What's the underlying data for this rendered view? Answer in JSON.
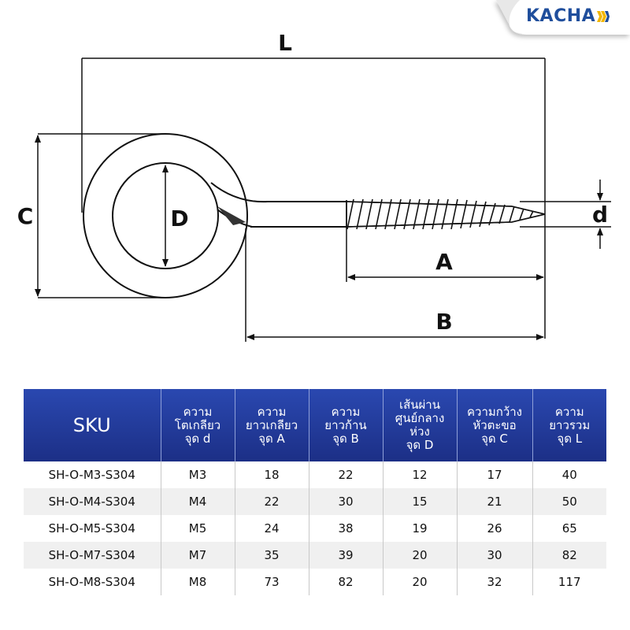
{
  "brand": {
    "name": "KACHA",
    "color": "#1f4e9c",
    "accent": "#f2b600"
  },
  "diagram": {
    "labels": {
      "L": "L",
      "C": "C",
      "D": "D",
      "d": "d",
      "A": "A",
      "B": "B"
    }
  },
  "table": {
    "header_color": "#23399a",
    "headers": [
      {
        "lines": [
          "SKU"
        ]
      },
      {
        "lines": [
          "ความ",
          "โตเกลียว",
          "จุด d"
        ]
      },
      {
        "lines": [
          "ความ",
          "ยาวเกลียว",
          "จุด A"
        ]
      },
      {
        "lines": [
          "ความ",
          "ยาวก้าน",
          "จุด B"
        ]
      },
      {
        "lines": [
          "เส้นผ่าน",
          "ศูนย์กลาง",
          "ห่วง",
          "จุด D"
        ]
      },
      {
        "lines": [
          "ความกว้าง",
          "หัวตะขอ",
          "จุด C"
        ]
      },
      {
        "lines": [
          "ความ",
          "ยาวรวม",
          "จุด L"
        ]
      }
    ],
    "rows": [
      [
        "SH-O-M3-S304",
        "M3",
        "18",
        "22",
        "12",
        "17",
        "40"
      ],
      [
        "SH-O-M4-S304",
        "M4",
        "22",
        "30",
        "15",
        "21",
        "50"
      ],
      [
        "SH-O-M5-S304",
        "M5",
        "24",
        "38",
        "19",
        "26",
        "65"
      ],
      [
        "SH-O-M7-S304",
        "M7",
        "35",
        "39",
        "20",
        "30",
        "82"
      ],
      [
        "SH-O-M8-S304",
        "M8",
        "73",
        "82",
        "20",
        "32",
        "117"
      ]
    ]
  }
}
